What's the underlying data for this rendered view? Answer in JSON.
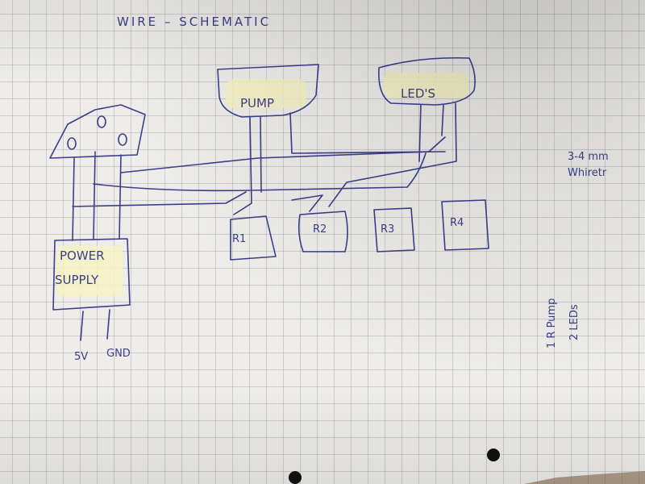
{
  "title": "WIRE – SCHEMATIC",
  "components": {
    "pump": "PUMP",
    "leds": "LED'S",
    "power_supply_line1": "POWER",
    "power_supply_line2": "SUPPLY",
    "relays": [
      "R1",
      "R2",
      "R3",
      "R4"
    ],
    "terminal_5v": "5V",
    "terminal_gnd": "GND"
  },
  "margin_notes": {
    "wire_spec_line1": "3-4 mm",
    "wire_spec_line2": "Whiretr",
    "relay_note_line1": "1 R Pump",
    "relay_note_line2": "2 LEDs"
  },
  "colors": {
    "ink": "#3b3f8c",
    "paper": "#eeedea",
    "grid": "#9a9aaa",
    "highlight": "#f6f2c4"
  }
}
